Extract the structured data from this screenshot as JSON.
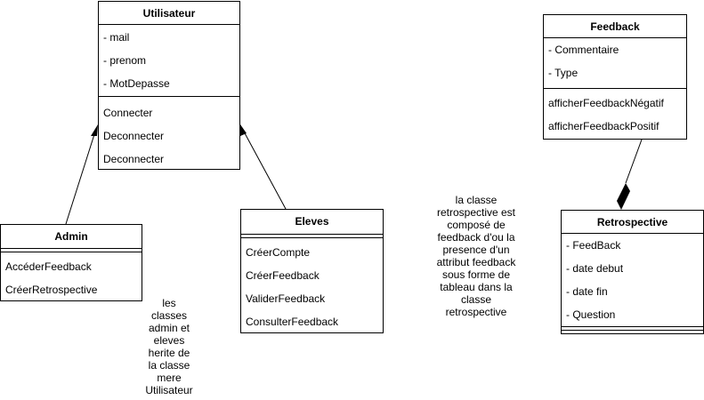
{
  "classes": {
    "utilisateur": {
      "name": "Utilisateur",
      "attributes": [
        "- mail",
        "- prenom",
        "- MotDepasse"
      ],
      "methods": [
        "Connecter",
        "Deconnecter",
        "Deconnecter"
      ]
    },
    "admin": {
      "name": "Admin",
      "methods": [
        "AccéderFeedback",
        "CréerRetrospective"
      ]
    },
    "eleves": {
      "name": "Eleves",
      "methods": [
        "CréerCompte",
        "CréerFeedback",
        "ValiderFeedback",
        "ConsulterFeedback"
      ]
    },
    "feedback": {
      "name": "Feedback",
      "attributes": [
        "-  Commentaire",
        "- Type"
      ],
      "methods": [
        "afficherFeedbackNégatif",
        "afficherFeedbackPositif"
      ]
    },
    "retrospective": {
      "name": "Retrospective",
      "attributes": [
        "- FeedBack",
        "- date debut",
        "- date fin",
        "- Question"
      ]
    }
  },
  "notes": {
    "heritage": [
      "les",
      "classes",
      "admin et",
      "eleves",
      "herite de",
      "la classe",
      "mere",
      "Utilisateur"
    ],
    "composition": [
      "la classe",
      "retrospective est",
      "composé de",
      "feedback d'ou la",
      "presence d'un",
      "attribut feedback",
      "sous forme de",
      "tableau dans la",
      "classe",
      "retrospective"
    ]
  }
}
